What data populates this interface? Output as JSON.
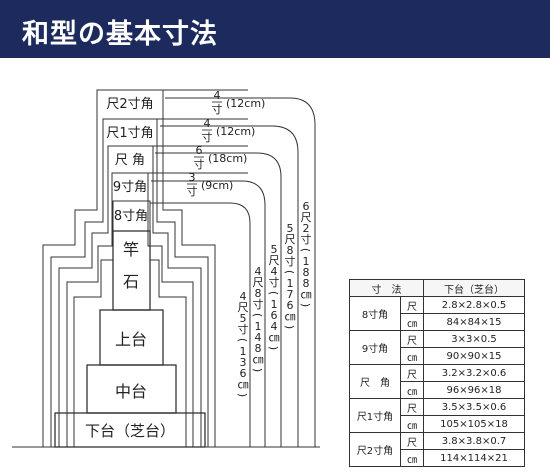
{
  "title": "和型の基本寸法",
  "stones": {
    "shaku2": "尺2寸角",
    "shaku1": "尺1寸角",
    "shaku": "尺 角",
    "sun9": "9寸角",
    "sun8": "8寸角",
    "saoishi_1": "竿",
    "saoishi_2": "石",
    "jodai": "上台",
    "nakadai": "中台",
    "gedai": "下台（芝台）"
  },
  "dimension_labels": {
    "d1_num": "4",
    "d1_unit": "寸",
    "d1_cm": "(12cm)",
    "d2_num": "4",
    "d2_unit": "寸",
    "d2_cm": "(12cm)",
    "d3_num": "6",
    "d3_unit": "寸",
    "d3_cm": "(18cm)",
    "d4_num": "3",
    "d4_unit": "寸",
    "d4_cm": "(9cm)"
  },
  "heights": {
    "h6": [
      "6",
      "尺",
      "2",
      "寸",
      "(",
      "1",
      "8",
      "8",
      "㎝",
      ")"
    ],
    "h5": [
      "5",
      "尺",
      "8",
      "寸",
      "(",
      "1",
      "7",
      "6",
      "㎝",
      ")"
    ],
    "h4b": [
      "5",
      "尺",
      "4",
      "寸",
      "(",
      "1",
      "6",
      "4",
      "㎝",
      ")"
    ],
    "h4a": [
      "4",
      "尺",
      "8",
      "寸",
      "(",
      "1",
      "4",
      "8",
      "㎝",
      ")"
    ],
    "h3": [
      "4",
      "尺",
      "5",
      "寸",
      "(",
      "1",
      "3",
      "6",
      "㎝",
      ")"
    ]
  },
  "table": {
    "header_left": "寸　法",
    "header_right": "下台（芝台）",
    "rows": [
      {
        "name": "8寸角",
        "shaku": "2.8×2.8×0.5",
        "cm": "84×84×15"
      },
      {
        "name": "9寸角",
        "shaku": "3×3×0.5",
        "cm": "90×90×15"
      },
      {
        "name": "尺　角",
        "shaku": "3.2×3.2×0.6",
        "cm": "96×96×18"
      },
      {
        "name": "尺1寸角",
        "shaku": "3.5×3.5×0.6",
        "cm": "105×105×18"
      },
      {
        "name": "尺2寸角",
        "shaku": "3.8×3.8×0.7",
        "cm": "114×114×21"
      }
    ],
    "unit_shaku": "尺",
    "unit_cm": "㎝"
  }
}
